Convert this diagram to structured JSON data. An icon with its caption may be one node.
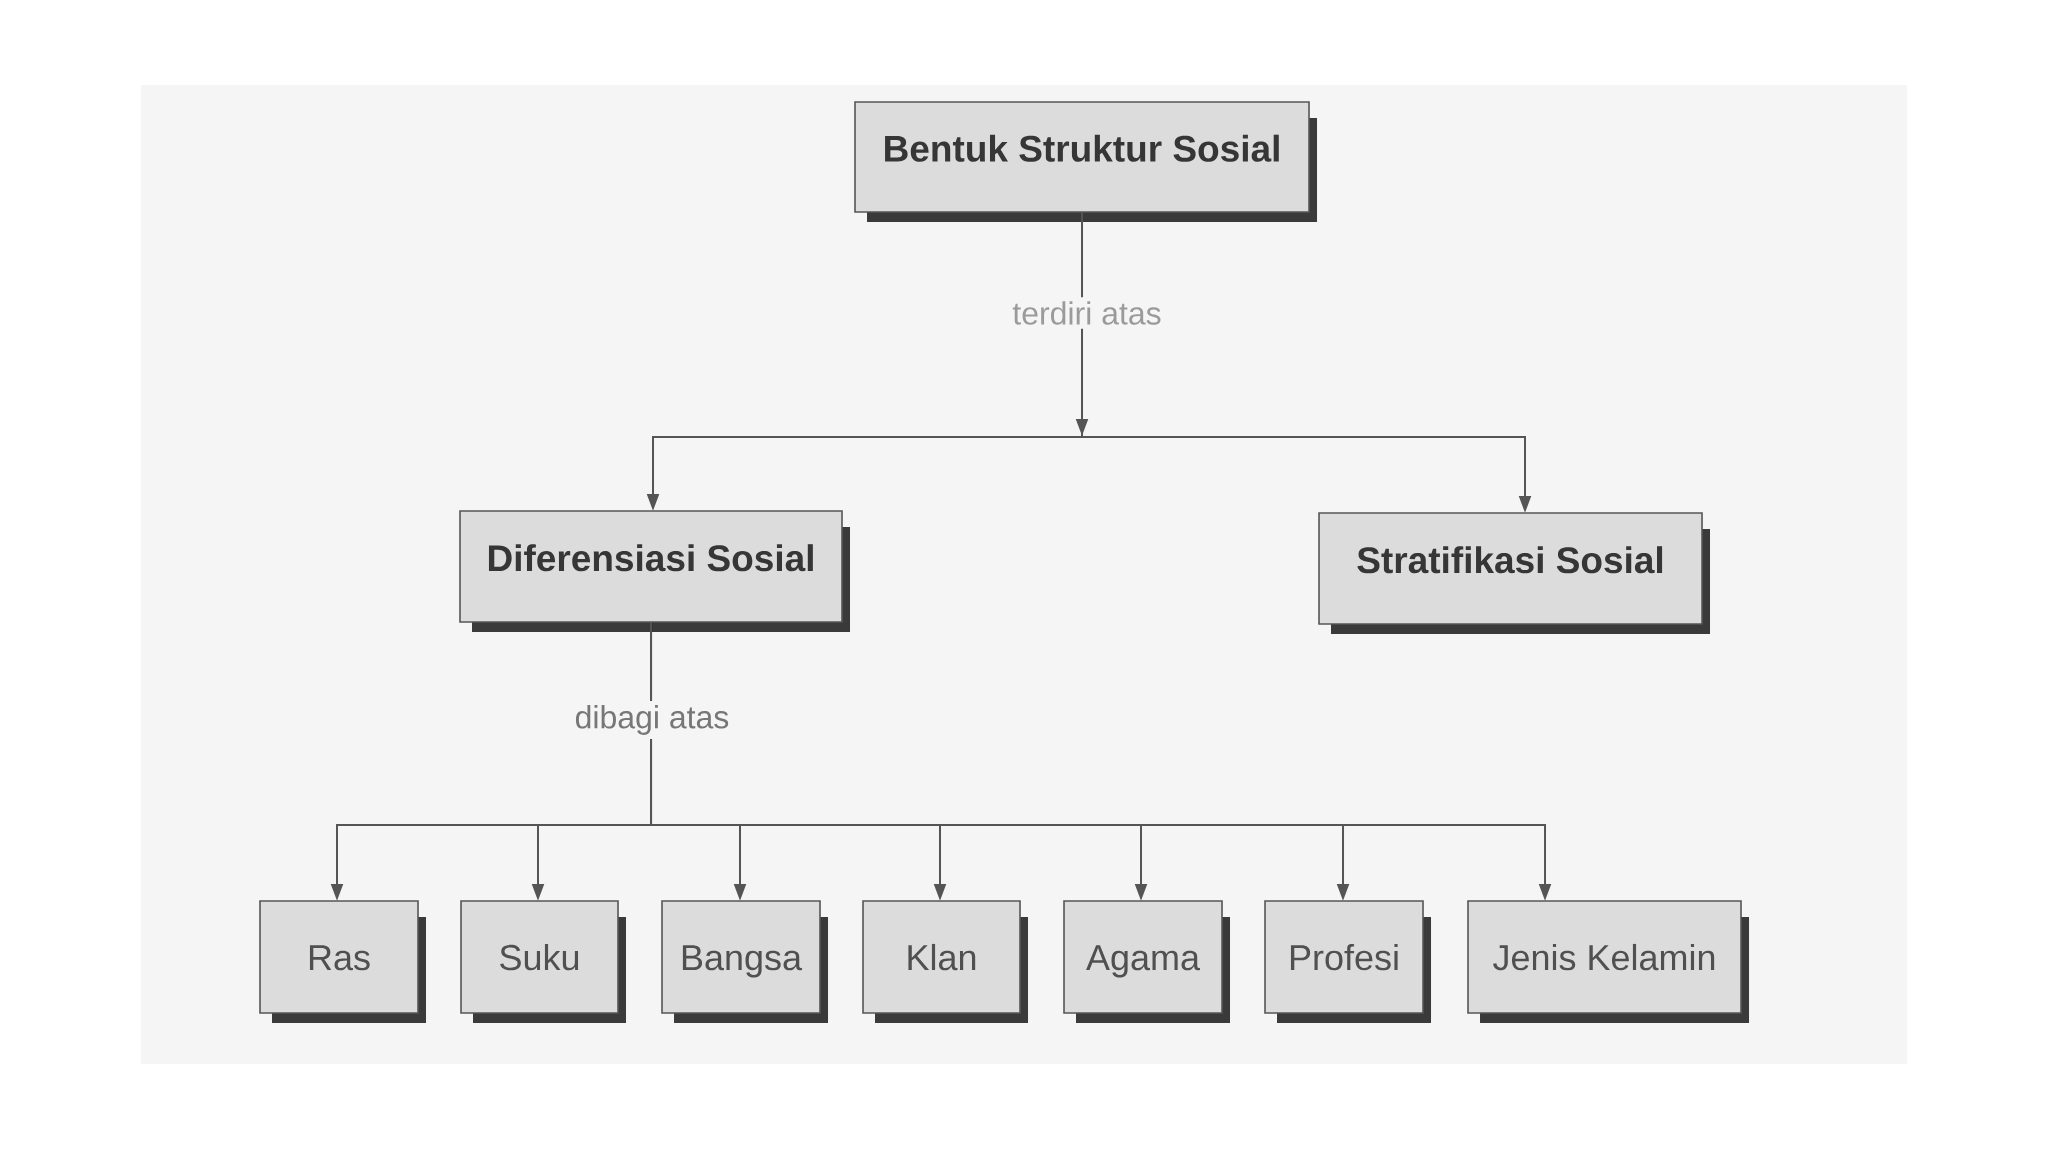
{
  "diagram": {
    "nodes": [
      {
        "text": [
          "Bentuk Struktur Sosial"
        ]
      },
      {
        "text": [
          "Diferensiasi Sosial"
        ]
      },
      {
        "text": [
          "Stratifikasi Sosial"
        ]
      },
      {
        "text": [
          "Ras"
        ]
      },
      {
        "text": [
          "Suku"
        ]
      },
      {
        "text": [
          "Bangsa"
        ]
      },
      {
        "text": [
          "Klan"
        ]
      },
      {
        "text": [
          "Agama"
        ]
      },
      {
        "text": [
          "Profesi"
        ]
      },
      {
        "text": [
          "Jenis Kelamin"
        ]
      }
    ],
    "edges": [
      {
        "from": 0,
        "to": 1,
        "arrow": "to",
        "label": "terdiri atas"
      },
      {
        "from": 0,
        "to": 2,
        "arrow": "to"
      },
      {
        "from": 1,
        "to": 3,
        "arrow": "to",
        "label": "dibagi atas"
      },
      {
        "from": 1,
        "to": 4,
        "arrow": "to"
      },
      {
        "from": 1,
        "to": 5,
        "arrow": "to"
      },
      {
        "from": 1,
        "to": 6,
        "arrow": "to"
      },
      {
        "from": 1,
        "to": 7,
        "arrow": "to"
      },
      {
        "from": 1,
        "to": 8,
        "arrow": "to"
      },
      {
        "from": 1,
        "to": 9,
        "arrow": "to"
      }
    ]
  }
}
